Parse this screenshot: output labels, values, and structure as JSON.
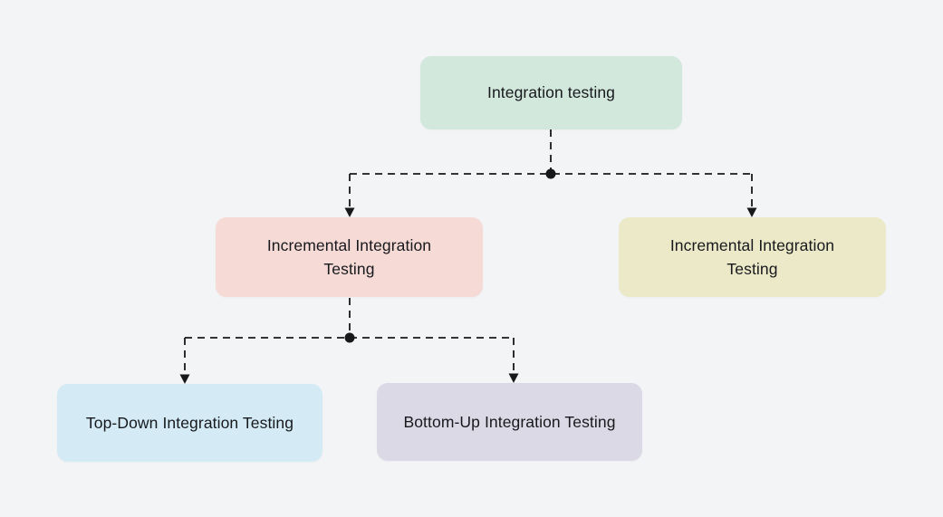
{
  "diagram": {
    "type": "flowchart",
    "background_color": "#f2f4f6",
    "connector_color": "#17181a",
    "connector_style": "dashed-arrow",
    "nodes": [
      {
        "id": "root",
        "label": "Integration testing",
        "color": "#d2e8dd"
      },
      {
        "id": "incremental-left",
        "label": "Incremental Integration Testing",
        "color": "#f5dad6"
      },
      {
        "id": "incremental-right",
        "label": "Incremental Integration Testing",
        "color": "#ece9c8"
      },
      {
        "id": "top-down",
        "label": "Top-Down Integration Testing",
        "color": "#d4ebf5"
      },
      {
        "id": "bottom-up",
        "label": "Bottom-Up Integration Testing",
        "color": "#dcd9e6"
      }
    ],
    "edges": [
      {
        "from": "root",
        "to": "incremental-left",
        "style": "dashed-arrow"
      },
      {
        "from": "root",
        "to": "incremental-right",
        "style": "dashed-arrow"
      },
      {
        "from": "incremental-left",
        "to": "top-down",
        "style": "dashed-arrow"
      },
      {
        "from": "incremental-left",
        "to": "bottom-up",
        "style": "dashed-arrow"
      }
    ]
  }
}
